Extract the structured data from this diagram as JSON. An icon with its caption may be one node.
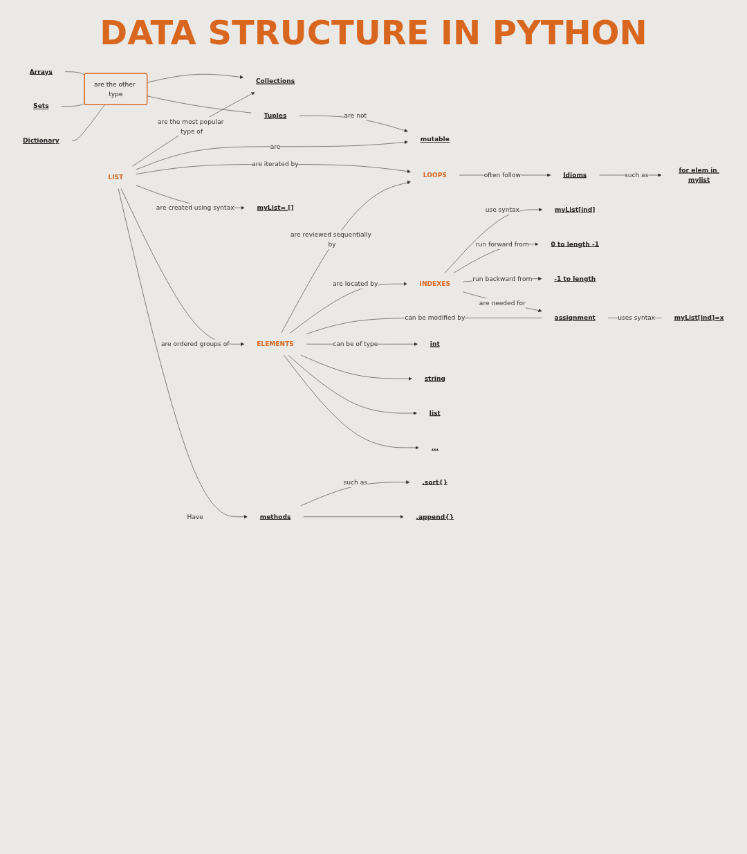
{
  "diagram": {
    "title": "DATA STRUCTURE IN PYTHON",
    "nodes": [
      {
        "text": [
          "Arrays"
        ]
      },
      {
        "text": [
          "Sets"
        ]
      },
      {
        "text": [
          "Dictionary"
        ]
      },
      {
        "text": [
          "are the other type"
        ]
      },
      {
        "text": [
          "Collections"
        ]
      },
      {
        "text": [
          "Tuples"
        ]
      },
      {
        "text": [
          "mutable"
        ]
      },
      {
        "text": [
          "LIST"
        ]
      },
      {
        "text": [
          "LOOPS"
        ]
      },
      {
        "text": [
          "Idioms"
        ]
      },
      {
        "text": [
          "for elem in mylist"
        ]
      },
      {
        "text": [
          "ELEMENTS"
        ]
      },
      {
        "text": [
          "myList= []"
        ]
      },
      {
        "text": [
          "methods"
        ]
      },
      {
        "text": [
          ".sort{}"
        ]
      },
      {
        "text": [
          ".append{}"
        ]
      },
      {
        "text": [
          "INDEXES"
        ]
      },
      {
        "text": [
          "assignment"
        ]
      },
      {
        "text": [
          "myList[ind]"
        ]
      },
      {
        "text": [
          "0 to length -1"
        ]
      },
      {
        "text": [
          "-1 to length"
        ]
      },
      {
        "text": [
          "myList[ind]=x"
        ]
      },
      {
        "text": [
          "int"
        ]
      },
      {
        "text": [
          "string"
        ]
      },
      {
        "text": [
          "list"
        ]
      },
      {
        "text": [
          "..."
        ]
      }
    ],
    "edges": [
      {
        "from": 0,
        "to": 3,
        "arrow": "none"
      },
      {
        "from": 1,
        "to": 3,
        "arrow": "none"
      },
      {
        "from": 2,
        "to": 3,
        "arrow": "none"
      },
      {
        "from": 3,
        "to": 4,
        "arrow": "to"
      },
      {
        "from": 3,
        "to": 5,
        "arrow": "none"
      },
      {
        "from": 7,
        "to": 4,
        "arrow": "to",
        "label": "are the most popular type of"
      },
      {
        "from": 5,
        "to": 6,
        "arrow": "to",
        "label": "are not"
      },
      {
        "from": 7,
        "to": 6,
        "arrow": "to",
        "label": "are"
      },
      {
        "from": 7,
        "to": 8,
        "arrow": "to",
        "label": "are iterated by"
      },
      {
        "from": 7,
        "to": 12,
        "arrow": "to",
        "label": "are created using syntax"
      },
      {
        "from": 7,
        "to": 11,
        "arrow": "to",
        "label": "are ordered groups of"
      },
      {
        "from": 7,
        "to": 13,
        "arrow": "to",
        "label": "Have"
      },
      {
        "from": 8,
        "to": 9,
        "arrow": "to",
        "label": "often follow"
      },
      {
        "from": 9,
        "to": 10,
        "arrow": "to",
        "label": "such as"
      },
      {
        "from": 11,
        "to": 8,
        "arrow": "to",
        "label": "are reviewed sequentially by"
      },
      {
        "from": 13,
        "to": 14,
        "arrow": "to",
        "label": "such as"
      },
      {
        "from": 13,
        "to": 15,
        "arrow": "to"
      },
      {
        "from": 11,
        "to": 16,
        "arrow": "to",
        "label": "are located by"
      },
      {
        "from": 11,
        "to": 17,
        "arrow": "none",
        "label": "can be modified by"
      },
      {
        "from": 11,
        "to": 22,
        "arrow": "to",
        "label": "can be of type"
      },
      {
        "from": 11,
        "to": 23,
        "arrow": "to"
      },
      {
        "from": 11,
        "to": 24,
        "arrow": "to"
      },
      {
        "from": 11,
        "to": 25,
        "arrow": "to"
      },
      {
        "from": 16,
        "to": 18,
        "arrow": "to",
        "label": "use syntax"
      },
      {
        "from": 16,
        "to": 19,
        "arrow": "to",
        "label": "run forward from"
      },
      {
        "from": 16,
        "to": 20,
        "arrow": "to",
        "label": "run backward from"
      },
      {
        "from": 16,
        "to": 17,
        "arrow": "to",
        "label": "are needed for"
      },
      {
        "from": 17,
        "to": 21,
        "arrow": "none",
        "label": "uses syntax"
      }
    ]
  }
}
